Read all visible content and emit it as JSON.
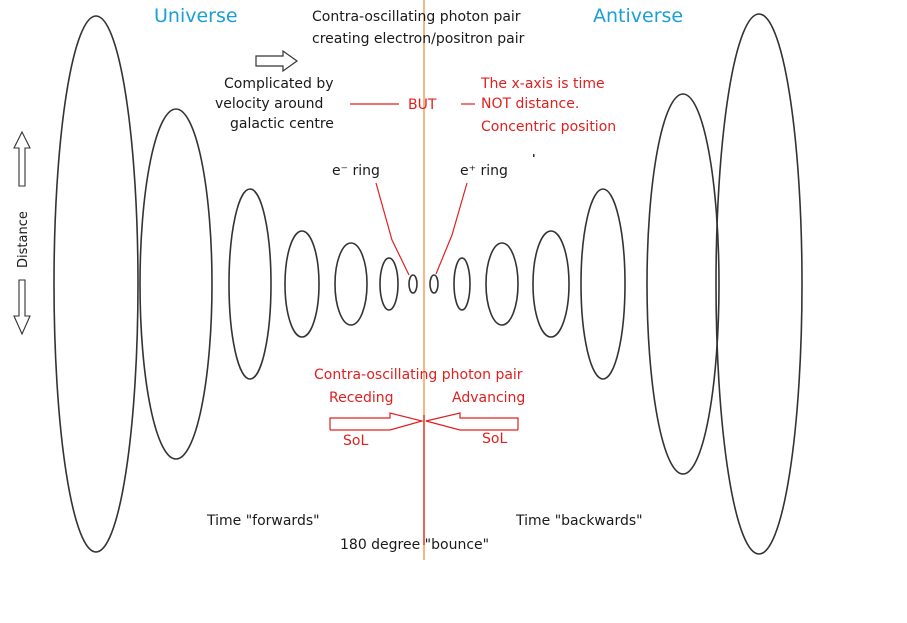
{
  "colors": {
    "heading": "#1aa0d8",
    "annotation": "#e02020",
    "text": "#1a1a1a",
    "centre_line": "#f0a060",
    "ring_stroke": "#333333"
  },
  "headings": {
    "universe": "Universe",
    "antiverse": "Antiverse"
  },
  "top_note": {
    "line1": "Contra-oscillating  photon pair",
    "line2": "creating electron/positron pair"
  },
  "complication": {
    "line1": "Complicated by",
    "line2": "velocity around",
    "line3": "galactic centre"
  },
  "but_label": "BUT",
  "x_axis_note": {
    "line1": "The x-axis is time",
    "line2": "NOT distance.",
    "line3": "Concentric position"
  },
  "rings": {
    "electron": "e⁻ ring",
    "positron": "e⁺ ring"
  },
  "y_axis_label": "Distance",
  "photon_pair": {
    "title": "Contra-oscillating photon pair",
    "receding": "Receding",
    "advancing": "Advancing",
    "sol_left": "SoL",
    "sol_right": "SoL"
  },
  "time_labels": {
    "forwards": "Time \"forwards\"",
    "backwards": "Time \"backwards\"",
    "bounce": "180 degree \"bounce\""
  }
}
